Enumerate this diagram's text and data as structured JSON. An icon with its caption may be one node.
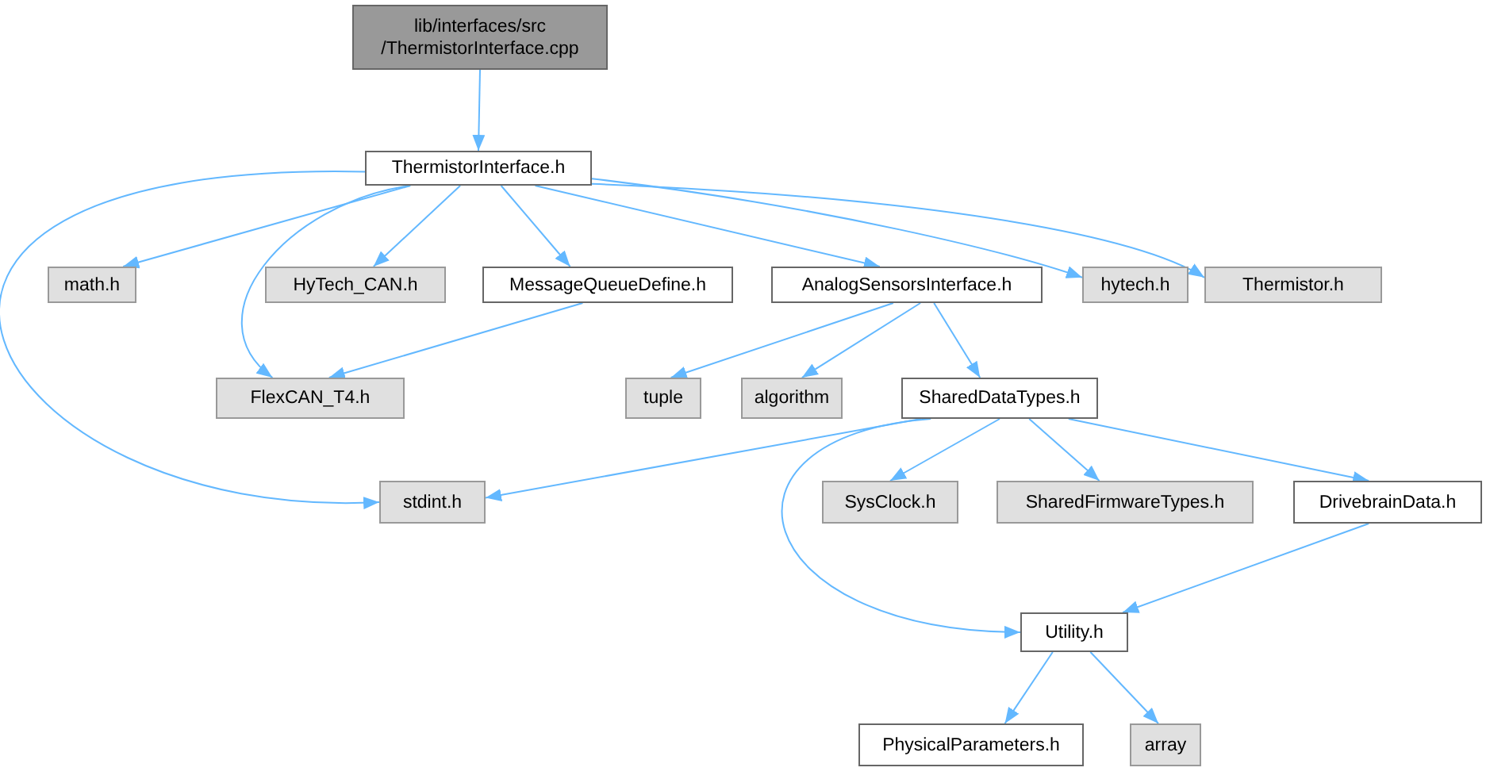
{
  "diagram": {
    "nodes": [
      {
        "text": [
          "lib/interfaces/src /ThermistorInterface.cpp"
        ]
      },
      {
        "text": [
          "ThermistorInterface.h"
        ]
      },
      {
        "text": [
          "math.h"
        ]
      },
      {
        "text": [
          "HyTech_CAN.h"
        ]
      },
      {
        "text": [
          "MessageQueueDefine.h"
        ]
      },
      {
        "text": [
          "AnalogSensorsInterface.h"
        ]
      },
      {
        "text": [
          "hytech.h"
        ]
      },
      {
        "text": [
          "Thermistor.h"
        ]
      },
      {
        "text": [
          "FlexCAN_T4.h"
        ]
      },
      {
        "text": [
          "tuple"
        ]
      },
      {
        "text": [
          "algorithm"
        ]
      },
      {
        "text": [
          "SharedDataTypes.h"
        ]
      },
      {
        "text": [
          "stdint.h"
        ]
      },
      {
        "text": [
          "SysClock.h"
        ]
      },
      {
        "text": [
          "SharedFirmwareTypes.h"
        ]
      },
      {
        "text": [
          "DrivebrainData.h"
        ]
      },
      {
        "text": [
          "Utility.h"
        ]
      },
      {
        "text": [
          "PhysicalParameters.h"
        ]
      },
      {
        "text": [
          "array"
        ]
      }
    ],
    "edges": [
      {
        "from": 0,
        "to": 1,
        "arrow": "to"
      },
      {
        "from": 1,
        "to": 2,
        "arrow": "to"
      },
      {
        "from": 1,
        "to": 3,
        "arrow": "to"
      },
      {
        "from": 1,
        "to": 4,
        "arrow": "to"
      },
      {
        "from": 1,
        "to": 5,
        "arrow": "to"
      },
      {
        "from": 1,
        "to": 6,
        "arrow": "to"
      },
      {
        "from": 1,
        "to": 7,
        "arrow": "to"
      },
      {
        "from": 1,
        "to": 8,
        "arrow": "to"
      },
      {
        "from": 1,
        "to": 12,
        "arrow": "to"
      },
      {
        "from": 4,
        "to": 8,
        "arrow": "to"
      },
      {
        "from": 5,
        "to": 9,
        "arrow": "to"
      },
      {
        "from": 5,
        "to": 10,
        "arrow": "to"
      },
      {
        "from": 5,
        "to": 11,
        "arrow": "to"
      },
      {
        "from": 11,
        "to": 12,
        "arrow": "to"
      },
      {
        "from": 11,
        "to": 13,
        "arrow": "to"
      },
      {
        "from": 11,
        "to": 14,
        "arrow": "to"
      },
      {
        "from": 11,
        "to": 15,
        "arrow": "to"
      },
      {
        "from": 11,
        "to": 16,
        "arrow": "to"
      },
      {
        "from": 15,
        "to": 16,
        "arrow": "to"
      },
      {
        "from": 16,
        "to": 17,
        "arrow": "to"
      },
      {
        "from": 16,
        "to": 18,
        "arrow": "to"
      }
    ]
  }
}
